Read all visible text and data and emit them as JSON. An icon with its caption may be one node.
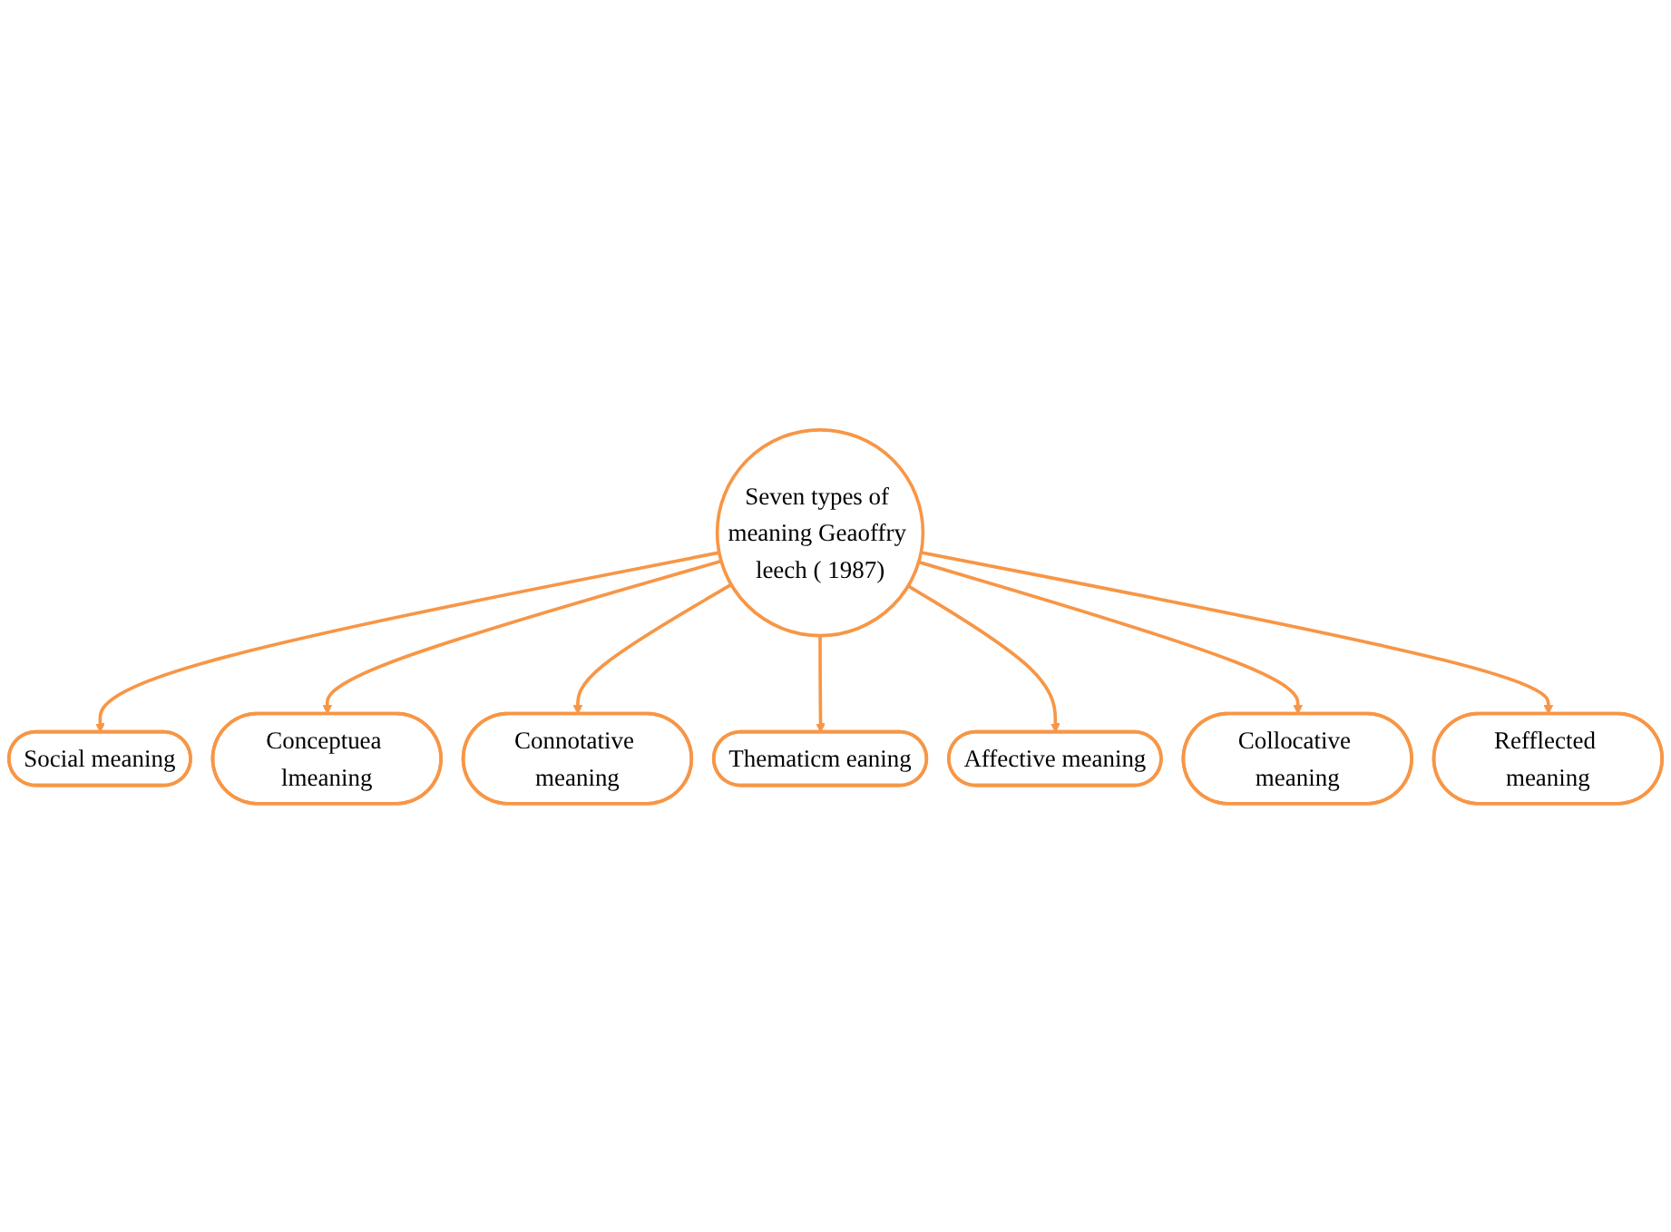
{
  "diagram": {
    "nodes": [
      {
        "text": [
          "Seven types of meaning Geaoffry leech ( 1987)"
        ]
      },
      {
        "text": [
          "Social meaning"
        ]
      },
      {
        "text": [
          "Conceptuea lmeaning"
        ]
      },
      {
        "text": [
          "Connotative meaning"
        ]
      },
      {
        "text": [
          "Thematicm eaning"
        ]
      },
      {
        "text": [
          "Affective meaning"
        ]
      },
      {
        "text": [
          "Collocative meaning"
        ]
      },
      {
        "text": [
          "Refflected meaning"
        ]
      }
    ],
    "edges": [
      {
        "from": 0,
        "to": 1,
        "arrow": "to"
      },
      {
        "from": 0,
        "to": 2,
        "arrow": "to"
      },
      {
        "from": 0,
        "to": 3,
        "arrow": "to"
      },
      {
        "from": 0,
        "to": 4,
        "arrow": "to"
      },
      {
        "from": 0,
        "to": 5,
        "arrow": "to"
      },
      {
        "from": 0,
        "to": 6,
        "arrow": "to"
      },
      {
        "from": 0,
        "to": 7,
        "arrow": "to"
      }
    ]
  }
}
